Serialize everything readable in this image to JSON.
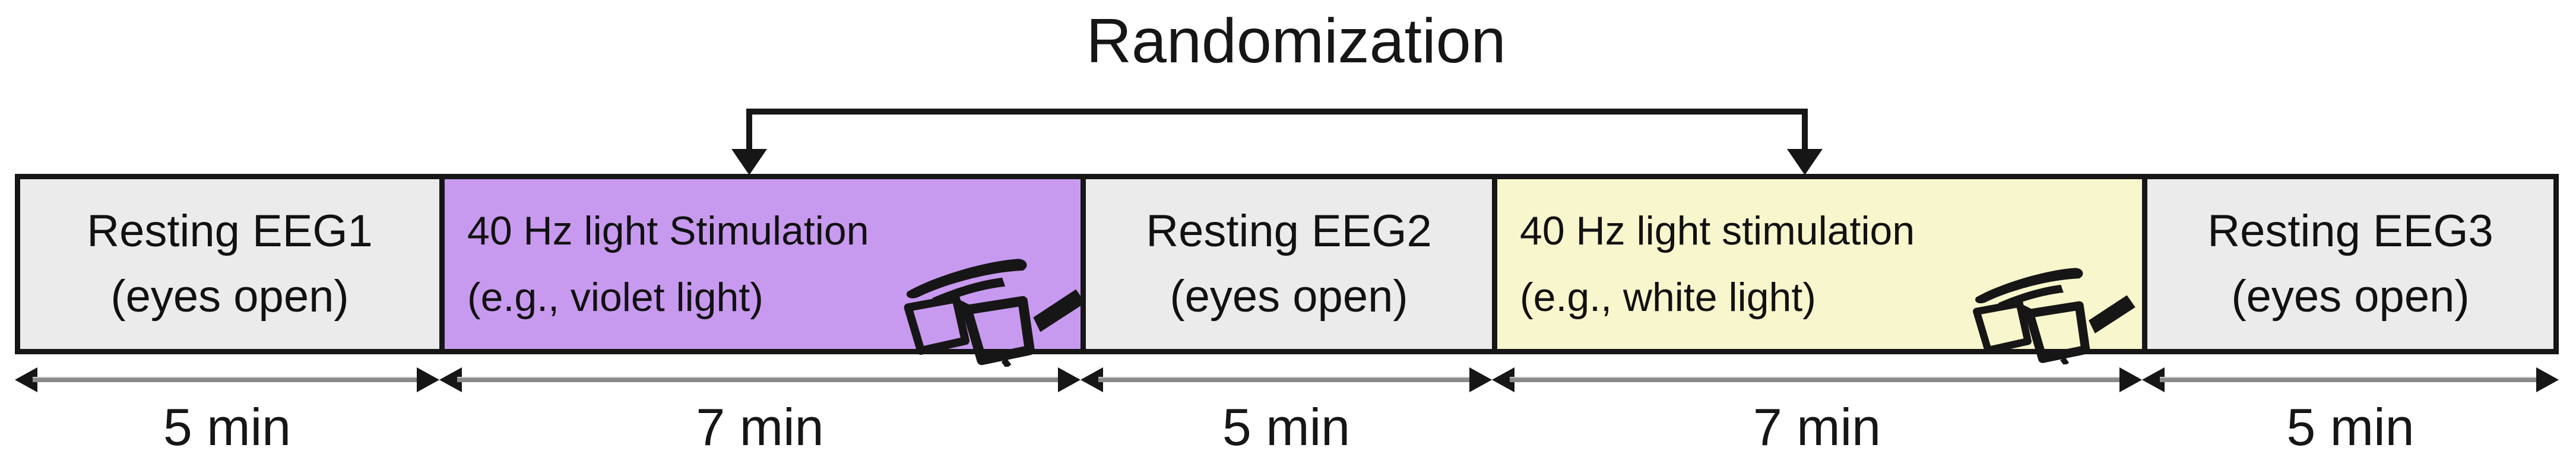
{
  "title": "Randomization",
  "protocol": {
    "boxes": [
      {
        "name": "resting-eeg1",
        "line1": "Resting EEG1",
        "line2": "(eyes open)",
        "duration": "5 min"
      },
      {
        "name": "stimulation-violet",
        "line1": "40 Hz light Stimulation",
        "line2": "(e.g., violet light)",
        "duration": "7 min",
        "icon": "glasses-icon"
      },
      {
        "name": "resting-eeg2",
        "line1": "Resting EEG2",
        "line2": "(eyes open)",
        "duration": "5 min"
      },
      {
        "name": "stimulation-white",
        "line1": "40 Hz light stimulation",
        "line2": "(e.g., white light)",
        "duration": "7 min",
        "icon": "glasses-icon"
      },
      {
        "name": "resting-eeg3",
        "line1": "Resting EEG3",
        "line2": "(eyes open)",
        "duration": "5 min"
      }
    ]
  },
  "colors": {
    "resting_bg": "#ebebeb",
    "violet_bg": "#c89aef",
    "white_bg": "#f8f6cc",
    "border": "#161616",
    "arrow_line": "#8a8a8a",
    "arrow_head": "#161616",
    "text": "#111111"
  }
}
